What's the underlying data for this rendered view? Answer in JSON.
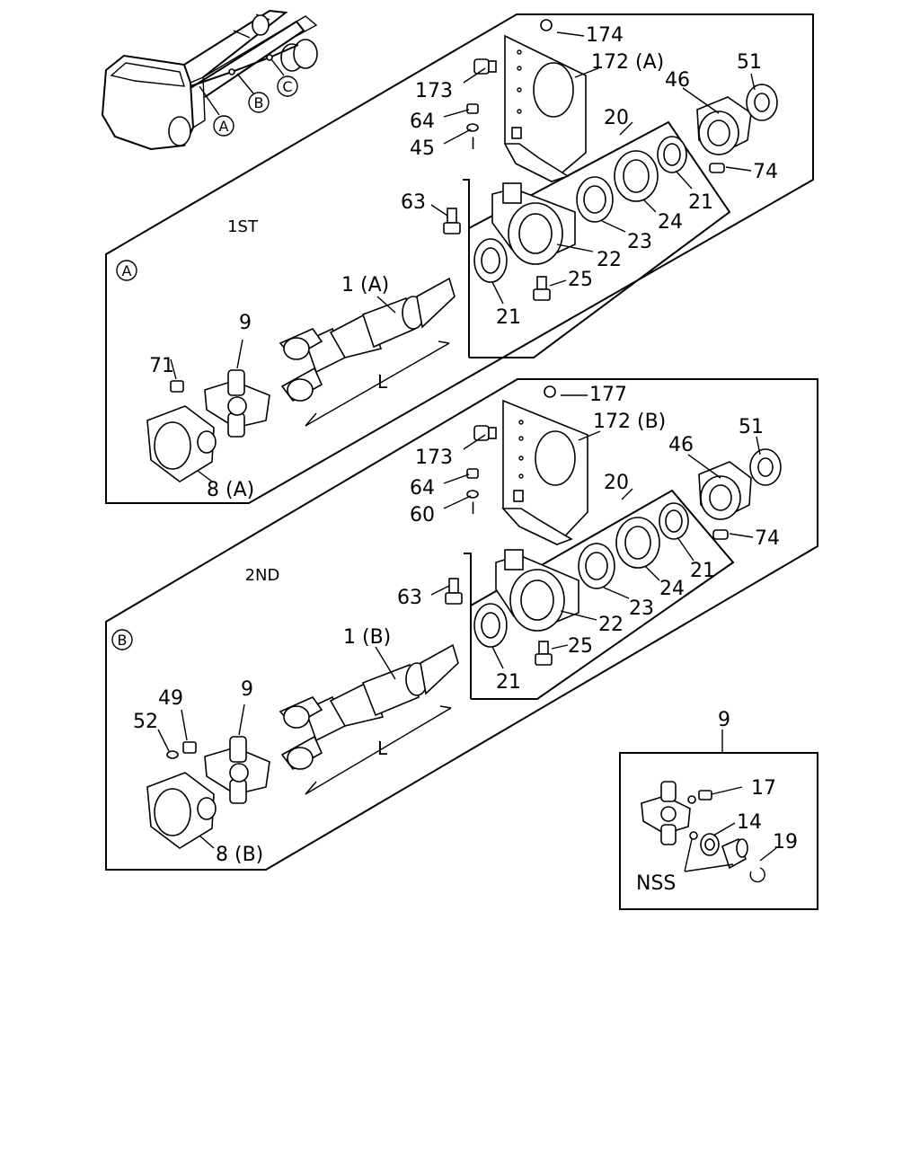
{
  "diagram": {
    "vehicle_markers": [
      "A",
      "B",
      "C"
    ],
    "sections": [
      {
        "id": "A",
        "marker": "A",
        "title": "1ST",
        "labels": {
          "p174": "174",
          "p172": "172 (A)",
          "p173": "173",
          "p64": "64",
          "p45": "45",
          "p63": "63",
          "p20": "20",
          "p46": "46",
          "p51": "51",
          "p74": "74",
          "p21a": "21",
          "p24": "24",
          "p23": "23",
          "p22": "22",
          "p25": "25",
          "p21b": "21",
          "p1": "1 (A)",
          "p71": "71",
          "p9": "9",
          "p8": "8 (A)",
          "dimL": "L",
          "mark_l": "l"
        }
      },
      {
        "id": "B",
        "marker": "B",
        "title": "2ND",
        "labels": {
          "p177": "177",
          "p172": "172 (B)",
          "p173": "173",
          "p64": "64",
          "p60": "60",
          "p63": "63",
          "p20": "20",
          "p46": "46",
          "p51": "51",
          "p74": "74",
          "p21a": "21",
          "p24": "24",
          "p23": "23",
          "p22": "22",
          "p25": "25",
          "p21b": "21",
          "p1": "1 (B)",
          "p49": "49",
          "p52": "52",
          "p9": "9",
          "p8": "8 (B)",
          "dimL": "L",
          "mark_l": "l"
        }
      }
    ],
    "detail": {
      "ref": "9",
      "labels": {
        "p17": "17",
        "p14": "14",
        "p19": "19",
        "nss": "NSS"
      }
    }
  }
}
